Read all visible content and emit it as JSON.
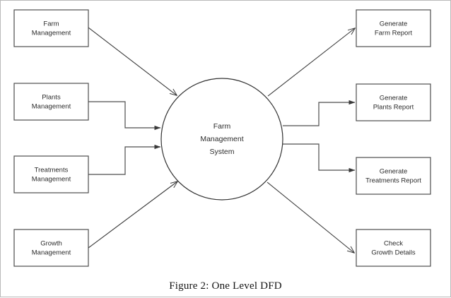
{
  "figure": {
    "caption": "Figure 2: One Level DFD",
    "colors": {
      "background": "#ffffff",
      "box_stroke": "#4d4d4d",
      "circle_stroke": "#333333",
      "arrow": "#3a3a3a",
      "text": "#2b2b2b",
      "frame": "#b9b9b9"
    }
  },
  "process": {
    "label_lines": [
      "Farm",
      "Management",
      "System"
    ],
    "line1": "Farm",
    "line2": "Management",
    "line3": "System"
  },
  "external_entities": [
    {
      "id": "farm-management",
      "line1": "Farm",
      "line2": "Management"
    },
    {
      "id": "plants-management",
      "line1": "Plants",
      "line2": "Management"
    },
    {
      "id": "treatments-management",
      "line1": "Treatments",
      "line2": "Management"
    },
    {
      "id": "growth-management",
      "line1": "Growth",
      "line2": "Management"
    }
  ],
  "outputs": [
    {
      "id": "generate-farm-report",
      "line1": "Generate",
      "line2": "Farm Report"
    },
    {
      "id": "generate-plants-report",
      "line1": "Generate",
      "line2": "Plants Report"
    },
    {
      "id": "generate-treatments-report",
      "line1": "Generate",
      "line2": "Treatments Report"
    },
    {
      "id": "check-growth-details",
      "line1": "Check",
      "line2": "Growth Details"
    }
  ]
}
